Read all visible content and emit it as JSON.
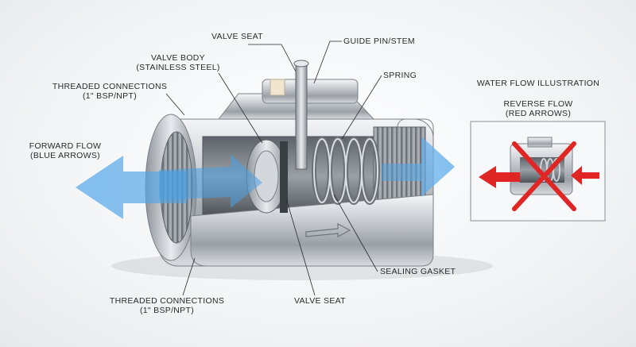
{
  "labels": {
    "valve_seat_top": "VALVE SEAT",
    "guide_pin": "GUIDE PIN/STEM",
    "valve_body_1": "VALVE BODY",
    "valve_body_2": "(STAINLESS STEEL)",
    "spring": "SPRING",
    "threaded_top_1": "THREADED CONNECTIONS",
    "threaded_top_2": "(1\" BSP/NPT)",
    "forward_flow_1": "FORWARD FLOW",
    "forward_flow_2": "(BLUE ARROWS)",
    "sealing_gasket": "SEALING GASKET",
    "threaded_bottom_1": "THREADED CONNECTIONS",
    "threaded_bottom_2": "(1\" BSP/NPT)",
    "valve_seat_bottom": "VALVE SEAT"
  },
  "inset": {
    "title": "WATER FLOW ILLUSTRATION",
    "subtitle_1": "REVERSE FLOW",
    "subtitle_2": "(RED ARROWS)"
  },
  "colors": {
    "forward_flow": "#4a9fe0",
    "reverse_flow": "#e02525",
    "steel_light": "#e3e6e9",
    "steel_dark": "#8d9399"
  }
}
